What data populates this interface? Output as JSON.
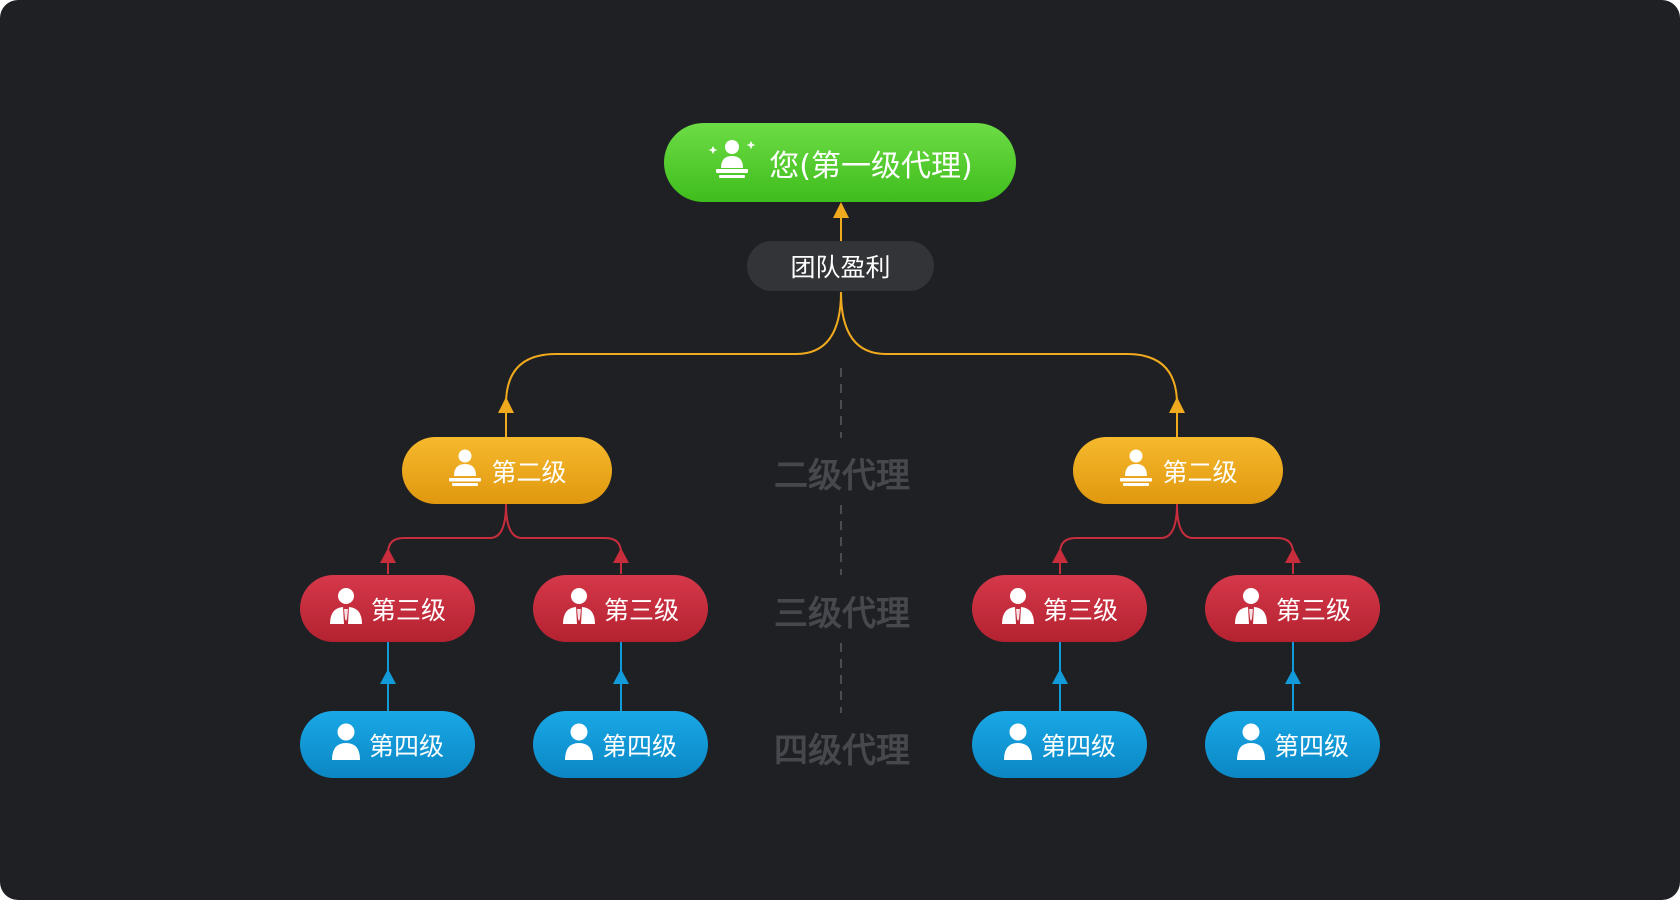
{
  "root": {
    "label": "您(第一级代理)",
    "icon": "agent-star-icon"
  },
  "profit_label": "团队盈利",
  "level_labels": {
    "level2": "二级代理",
    "level3": "三级代理",
    "level4": "四级代理"
  },
  "level2_nodes": [
    {
      "label": "第二级",
      "icon": "agent-desk-icon"
    },
    {
      "label": "第二级",
      "icon": "agent-desk-icon"
    }
  ],
  "level3_nodes": [
    {
      "label": "第三级",
      "icon": "agent-suit-icon"
    },
    {
      "label": "第三级",
      "icon": "agent-suit-icon"
    },
    {
      "label": "第三级",
      "icon": "agent-suit-icon"
    },
    {
      "label": "第三级",
      "icon": "agent-suit-icon"
    }
  ],
  "level4_nodes": [
    {
      "label": "第四级",
      "icon": "person-icon"
    },
    {
      "label": "第四级",
      "icon": "person-icon"
    },
    {
      "label": "第四级",
      "icon": "person-icon"
    },
    {
      "label": "第四级",
      "icon": "person-icon"
    }
  ],
  "colors": {
    "background": "#1f2024",
    "level1": "#4cc726",
    "level2": "#f0aa1e",
    "level3": "#c72d3d",
    "level4": "#129bd8",
    "connector_level2": "#f0aa1e",
    "connector_level3": "#c72d3d",
    "connector_level4": "#129bd8",
    "level_label": "#46484e",
    "divider": "#4a4c52"
  }
}
